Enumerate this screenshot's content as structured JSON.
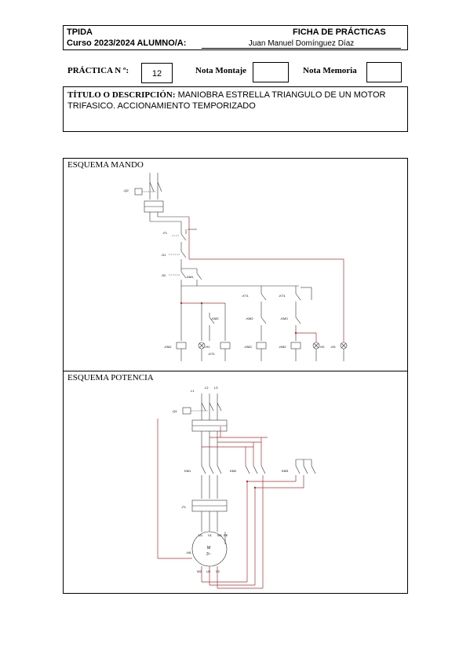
{
  "header": {
    "subject": "TPIDA",
    "sheet_title": "FICHA DE PRÁCTICAS",
    "course_label": "Curso 2023/2024  ALUMNO/A:",
    "student_name": "Juan Manuel Domínguez Díaz"
  },
  "grades": {
    "practice_label": "PRÁCTICA N º:",
    "practice_number": "12",
    "assembly_label": "Nota Montaje",
    "assembly_value": "",
    "report_label": "Nota Memoria",
    "report_value": ""
  },
  "title_block": {
    "label": "TÍTULO O DESCRIPCIÓN:",
    "text": " MANIOBRA ESTRELLA TRIANGULO DE UN MOTOR TRIFASICO. ACCIONAMIENTO TEMPORIZADO"
  },
  "control_diagram": {
    "caption": "ESQUEMA MANDO",
    "labels": {
      "q2": "-Q2",
      "f1": "-F1",
      "s1": "-S1",
      "s2": "-S2",
      "km1_contact": "-KM1",
      "kt1_a": "-KT1",
      "kt1_b": "-KT1",
      "km2_a": "-KM2",
      "km2_b": "-KM2",
      "km3": "-KM3",
      "km1_coil": "-KM1",
      "h1": "-H1",
      "kt1_coil": "-KT1",
      "km3_coil": "-KM3",
      "km2_coil": "-KM2",
      "h2": "-H2",
      "h3": "-H3"
    }
  },
  "power_diagram": {
    "caption": "ESQUEMA POTENCIA",
    "labels": {
      "l": [
        "L1",
        "L2",
        "L3"
      ],
      "q1": "-Q1",
      "km1": "KM1",
      "km2": "KM2",
      "km3": "KM3",
      "f1": "-F1",
      "motor": "M",
      "motor_sym": "3~",
      "motor_tag": "-M1",
      "terminals_top": [
        "U1",
        "V1",
        "W1",
        "PE"
      ],
      "terminals_bottom": [
        "W2",
        "U2",
        "V2"
      ]
    }
  },
  "colors": {
    "wire": "#a83232",
    "line": "#333333"
  }
}
